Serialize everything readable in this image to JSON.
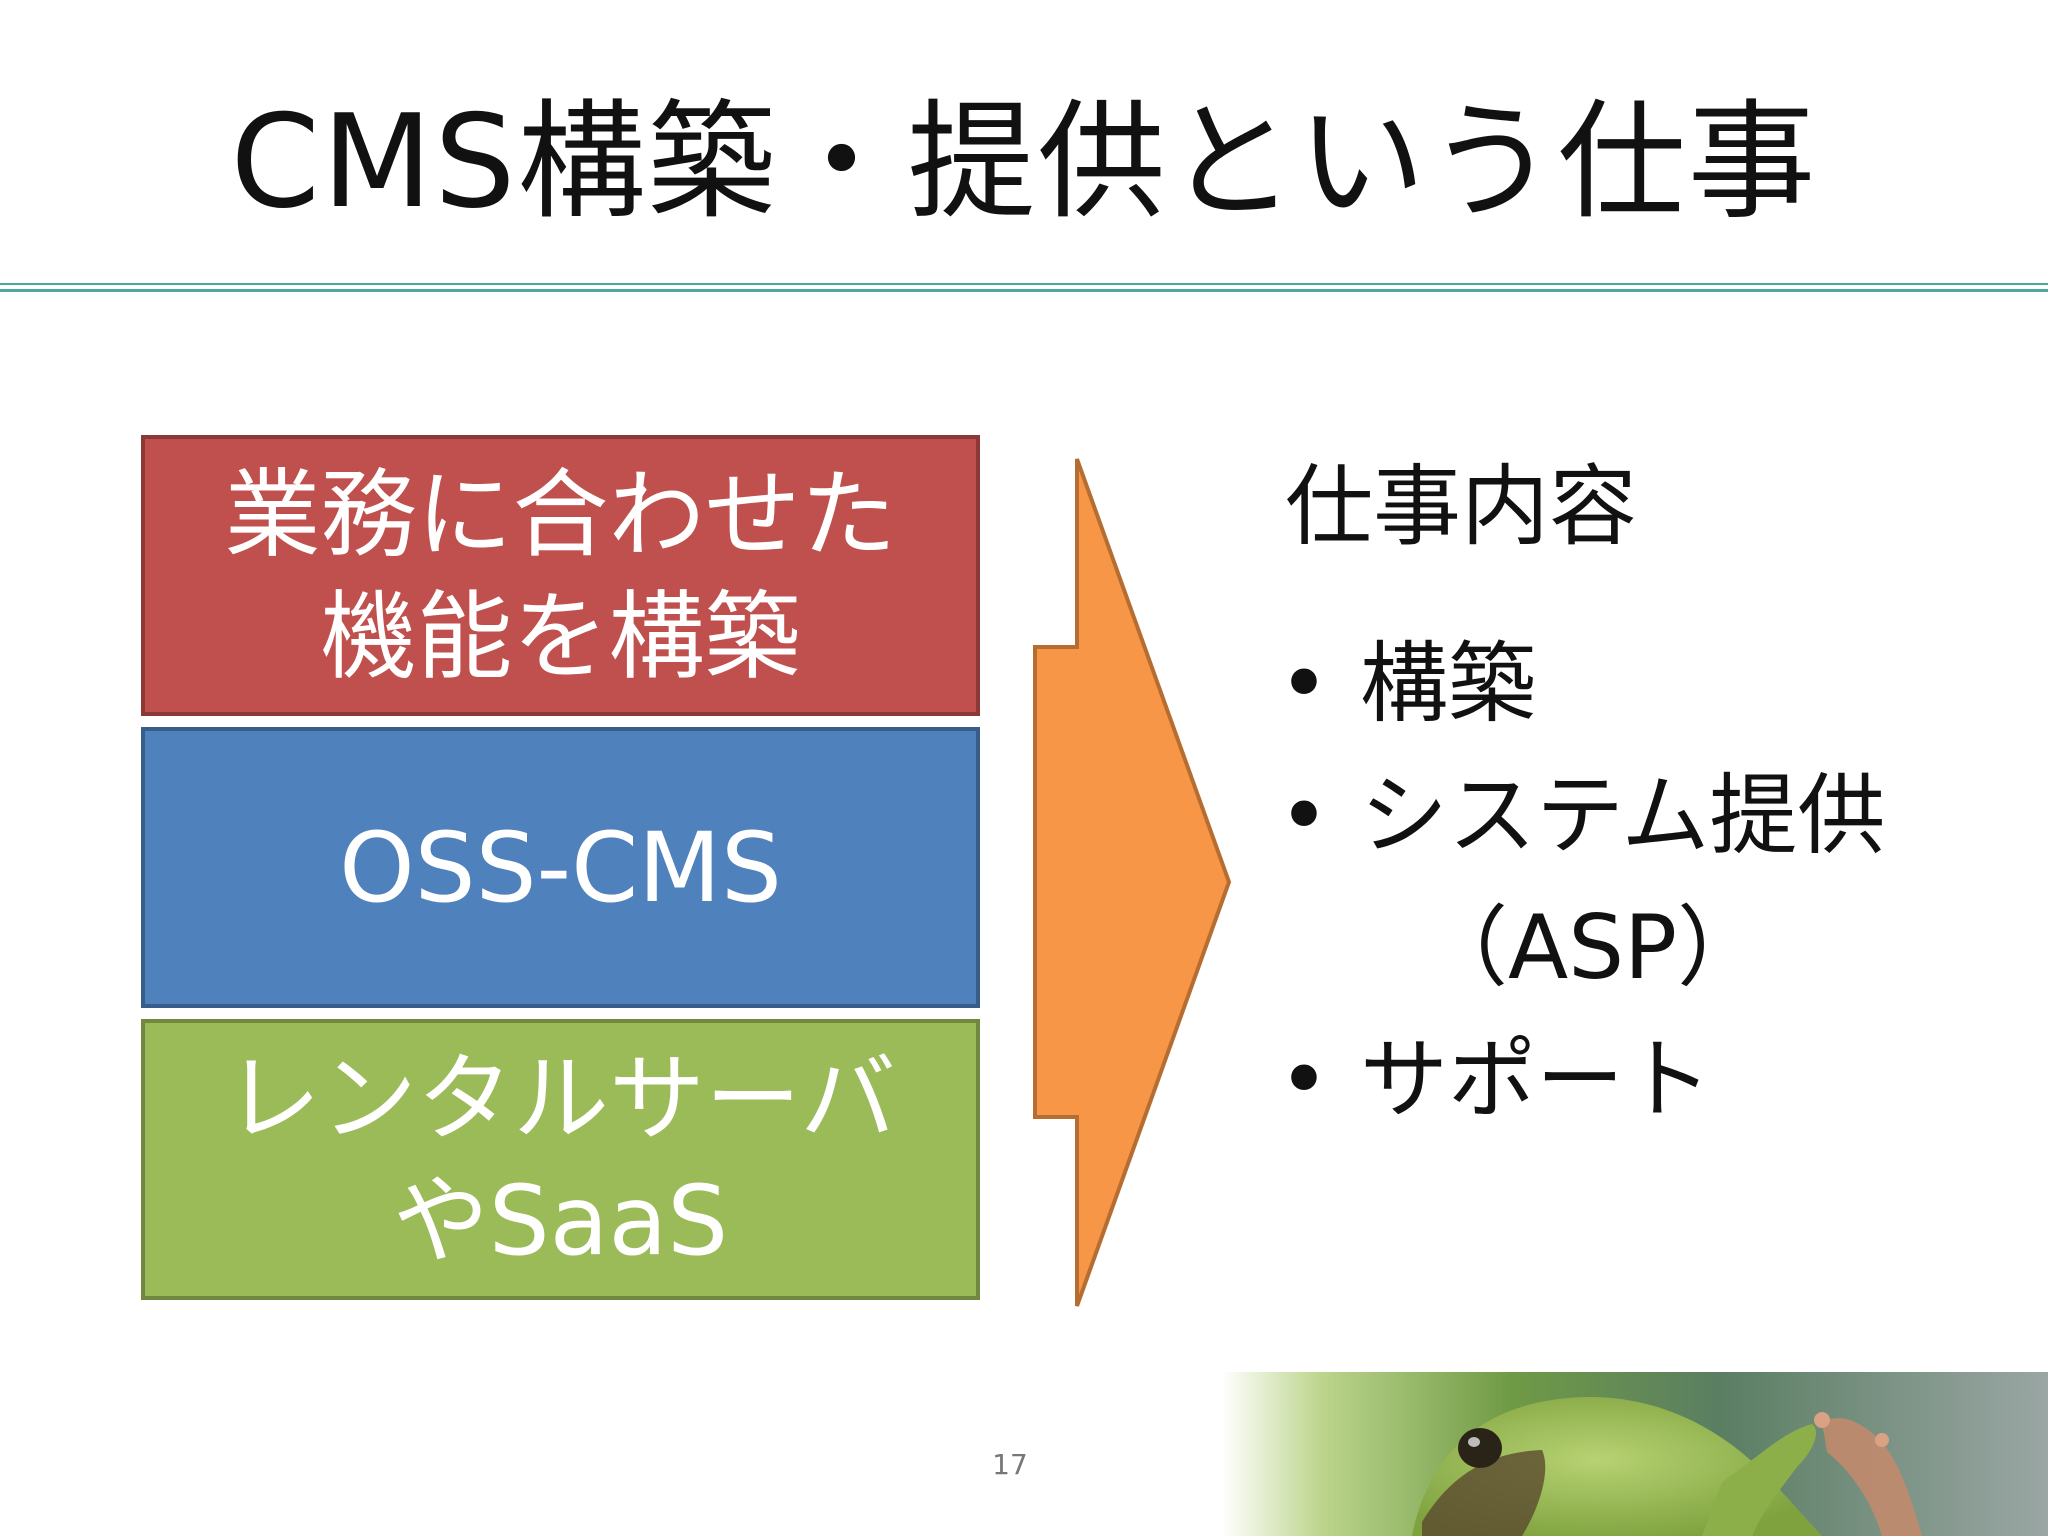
{
  "slide": {
    "title": "CMS構築・提供という仕事",
    "page_number": "17"
  },
  "stack": {
    "top": "業務に合わせた\n機能を構築",
    "middle": "OSS-CMS",
    "bottom": "レンタルサーバ\nやSaaS"
  },
  "details": {
    "heading": "仕事内容",
    "bullet_symbol": "•",
    "items": [
      "構築",
      "システム提供",
      "（ASP）",
      "サポート"
    ]
  },
  "colors": {
    "rule": "#4da89b",
    "red_box": "#c0504d",
    "blue_box": "#4f81bd",
    "green_box": "#9bbb59",
    "arrow": "#f79646"
  }
}
